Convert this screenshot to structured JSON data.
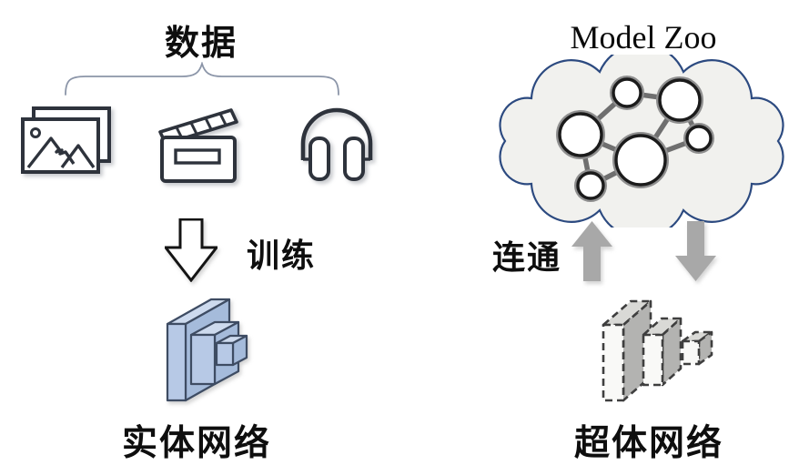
{
  "left_panel": {
    "title": "数据",
    "modalities": [
      "images",
      "video",
      "audio"
    ],
    "train_label": "训练",
    "network_label": "实体网络"
  },
  "right_panel": {
    "title": "Model Zoo",
    "connect_label": "连通",
    "network_label": "超体网络",
    "cloud_node_count": 6
  },
  "colors": {
    "slab_blue_front": "#b7c9e6",
    "slab_blue_top": "#cddaee",
    "slab_blue_side": "#a5bbdb",
    "slab_stroke": "#3e4c63",
    "cloud_fill": "#f1f1ee",
    "cloud_stroke": "#2c4a80",
    "graph_edge_gray": "#6f6f6f",
    "node_halo_gray": "#8f8f8f",
    "node_ring_black": "#1b1b1b",
    "arrow_gray": "#a8a8a8",
    "icon_stroke": "#2e333c",
    "dashed_stroke": "#3f3f3f",
    "dashed_side_gray": "#b3b3b1",
    "dashed_top_gray": "#d9d9d6",
    "dashed_front": "#f9f9f7"
  }
}
